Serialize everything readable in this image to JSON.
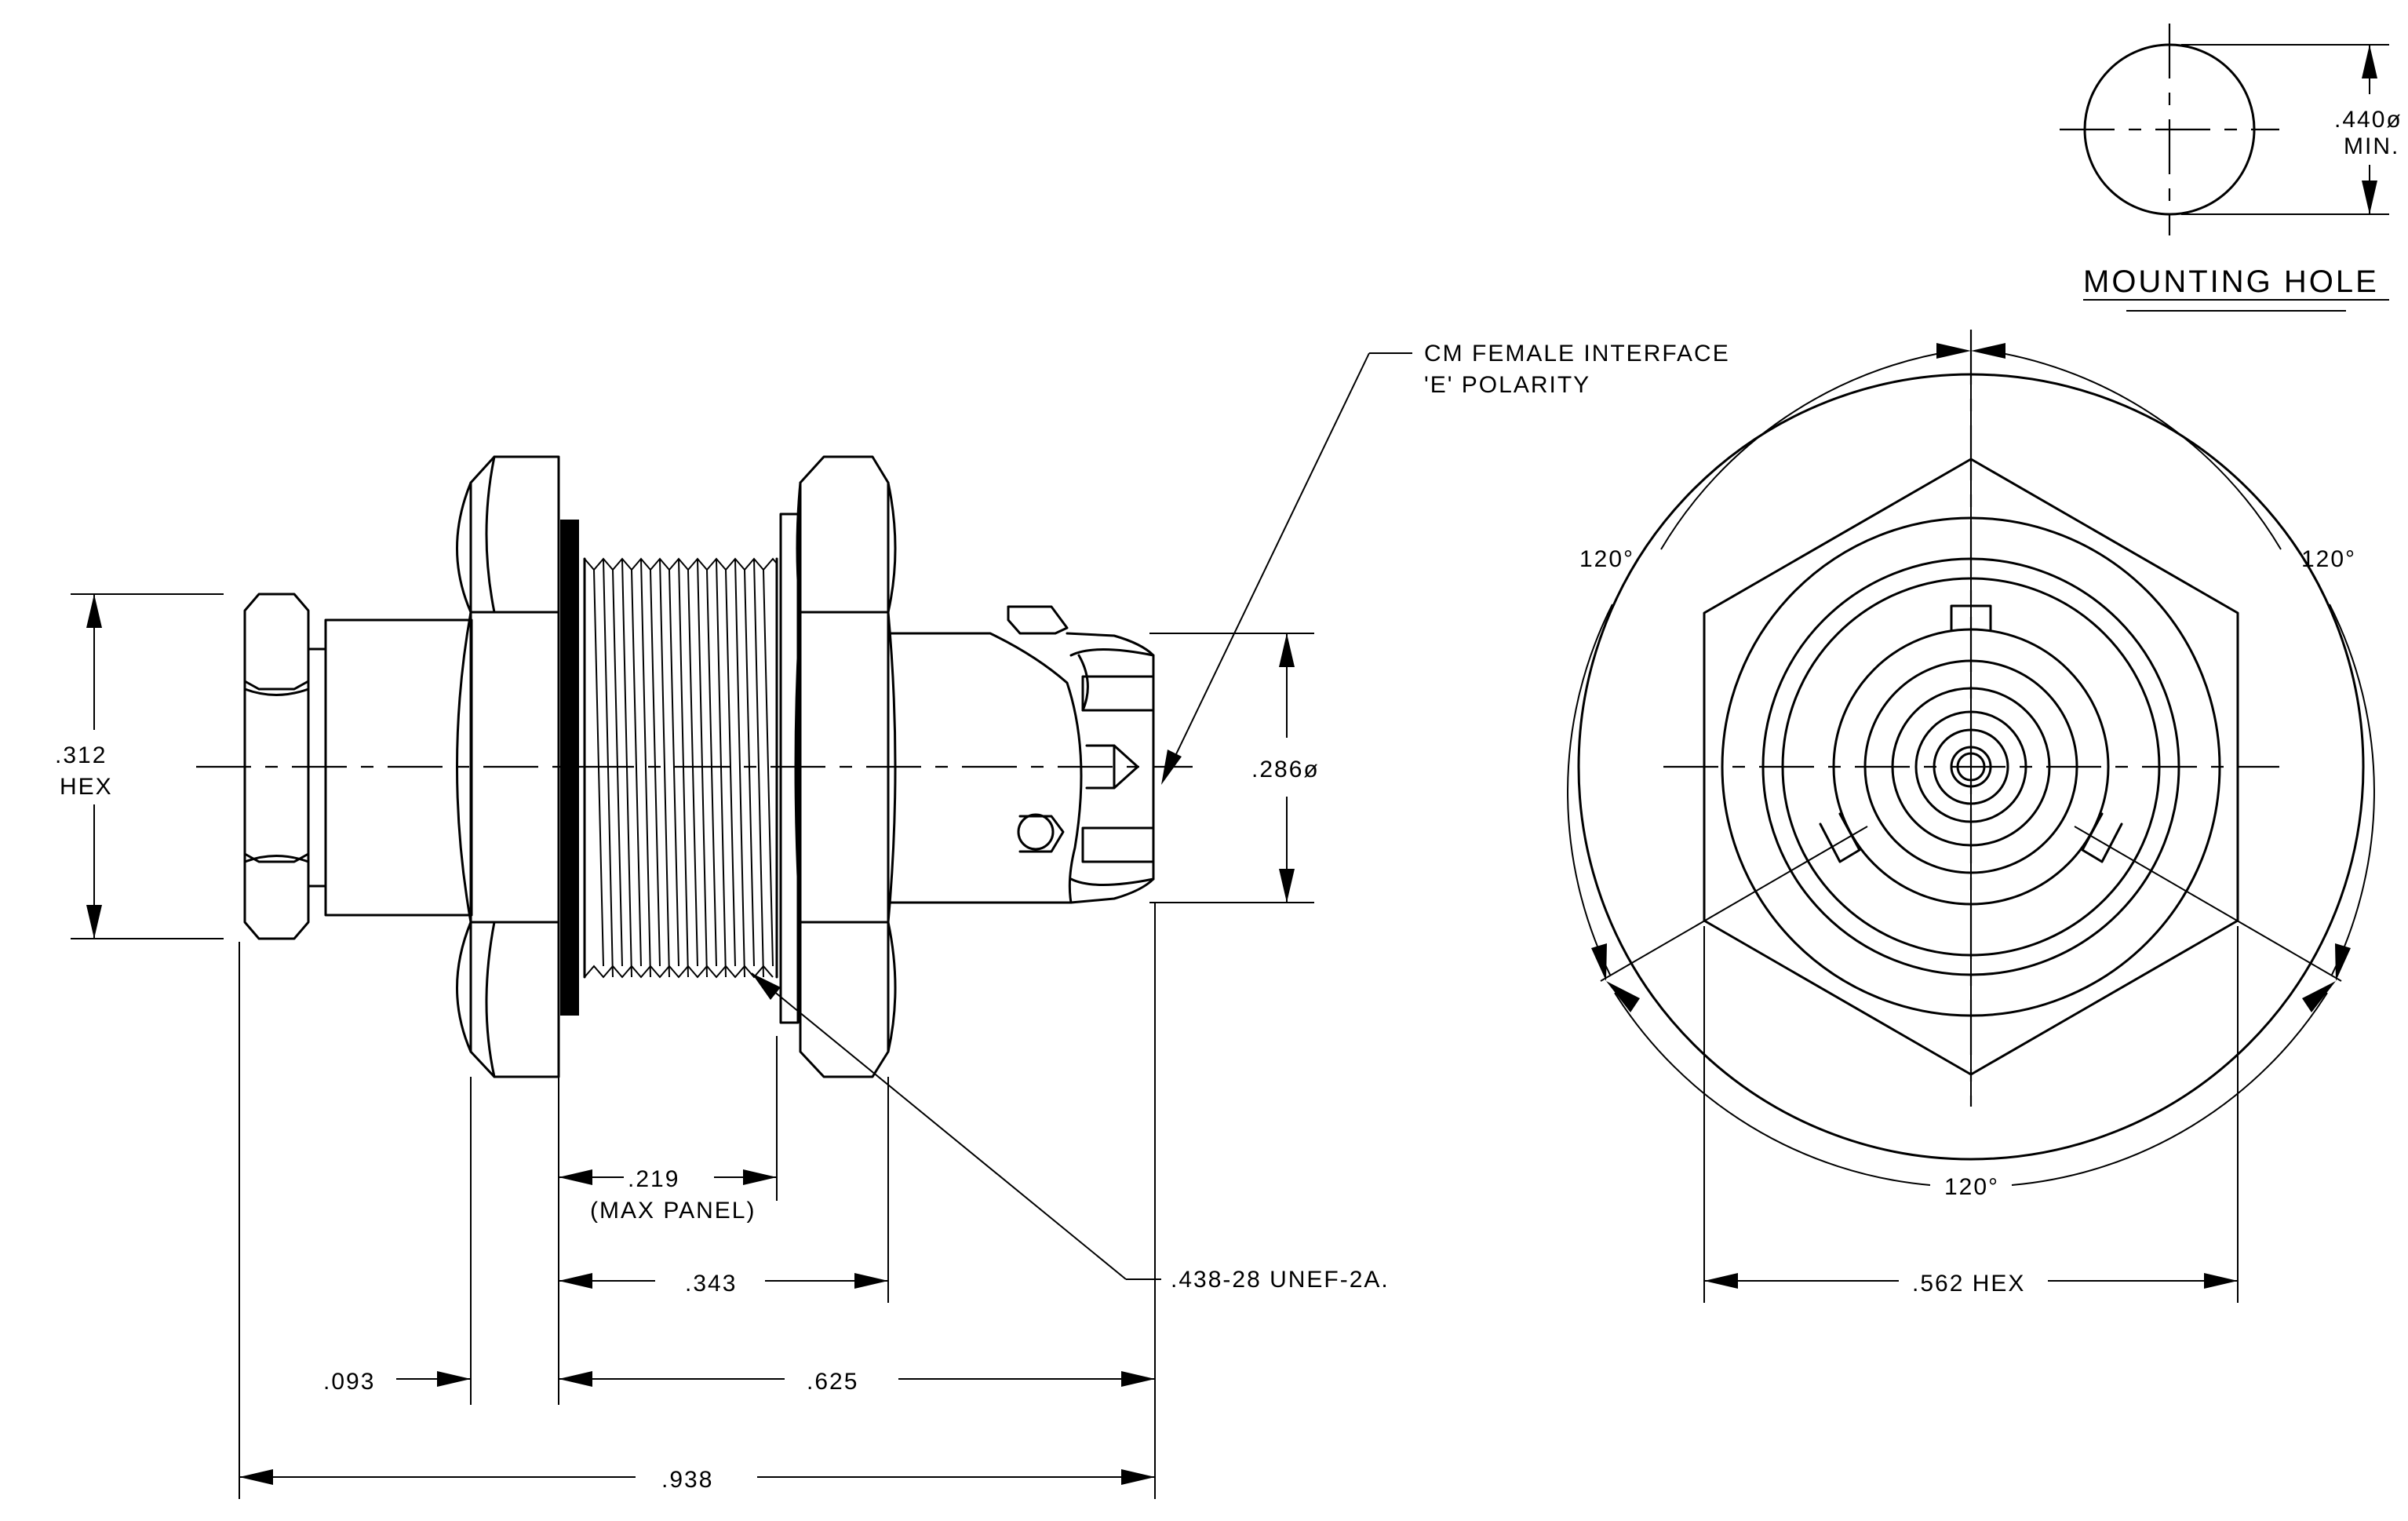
{
  "labels": {
    "hex_312": ".312",
    "hex_312_b": "HEX",
    "dia_286": ".286ø",
    "dim_219": ".219",
    "max_panel": "(MAX PANEL)",
    "dim_343": ".343",
    "dim_093": ".093",
    "dim_625": ".625",
    "dim_938": ".938",
    "thread": ".438-28 UNEF-2A.",
    "interface_1": "CM FEMALE INTERFACE",
    "interface_2": "'E' POLARITY",
    "hole_dia": ".440ø",
    "hole_min": "MIN.",
    "mounting_hole": "MOUNTING HOLE",
    "angle_left": "120°",
    "angle_right": "120°",
    "angle_bottom": "120°",
    "hex_562": ".562 HEX"
  }
}
